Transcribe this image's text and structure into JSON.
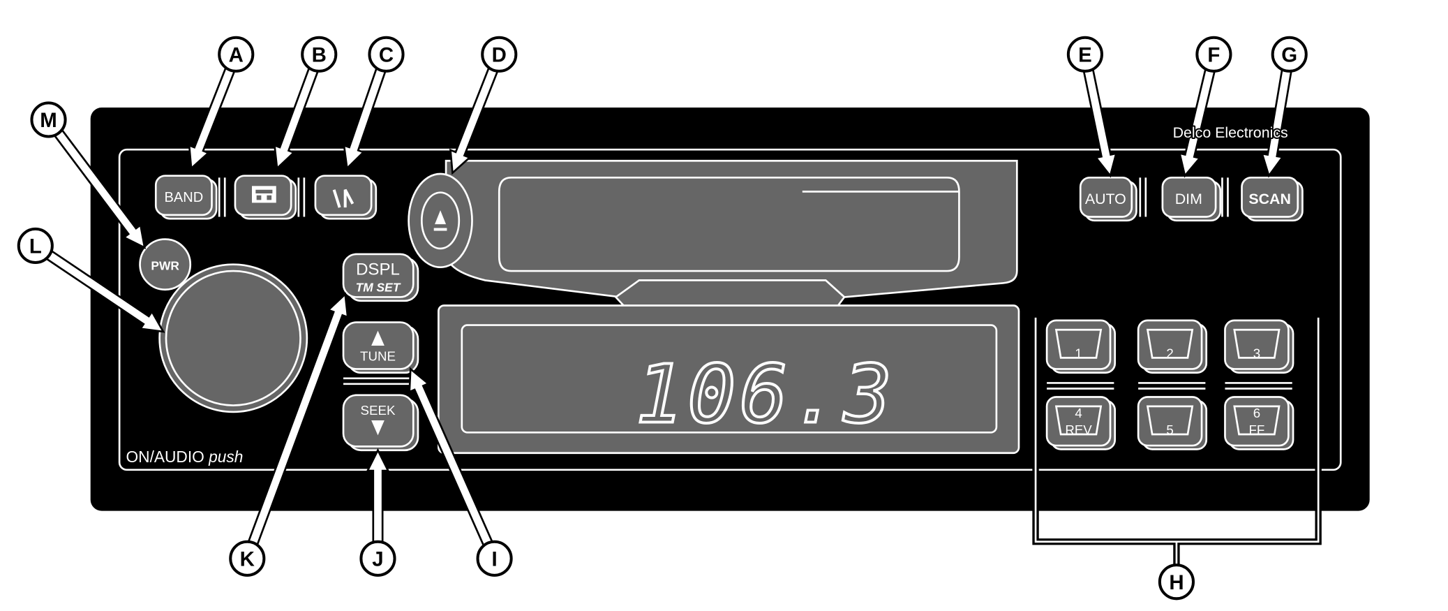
{
  "colors": {
    "panel": "#000000",
    "button": "#666666",
    "outline": "#ffffff",
    "background": "#ffffff"
  },
  "brand": "Delco Electronics",
  "knob_label": "ON/AUDIO",
  "knob_label_italic": "push",
  "display": {
    "frequency": "106.3"
  },
  "buttons": {
    "band": "BAND",
    "cassette_icon": "cassette-icon",
    "tape_direction_icon": "tape-direction-icon",
    "eject_icon": "eject-icon",
    "pwr": "PWR",
    "dspl": "DSPL",
    "tm_set": "TM SET",
    "tune": "TUNE",
    "seek": "SEEK",
    "auto": "AUTO",
    "dim": "DIM",
    "scan": "SCAN"
  },
  "presets": [
    {
      "num": "1",
      "sub": ""
    },
    {
      "num": "2",
      "sub": ""
    },
    {
      "num": "3",
      "sub": ""
    },
    {
      "num": "4",
      "sub": "REV"
    },
    {
      "num": "5",
      "sub": ""
    },
    {
      "num": "6",
      "sub": "FF"
    }
  ],
  "callouts": [
    "A",
    "B",
    "C",
    "D",
    "E",
    "F",
    "G",
    "H",
    "I",
    "J",
    "K",
    "L",
    "M"
  ]
}
